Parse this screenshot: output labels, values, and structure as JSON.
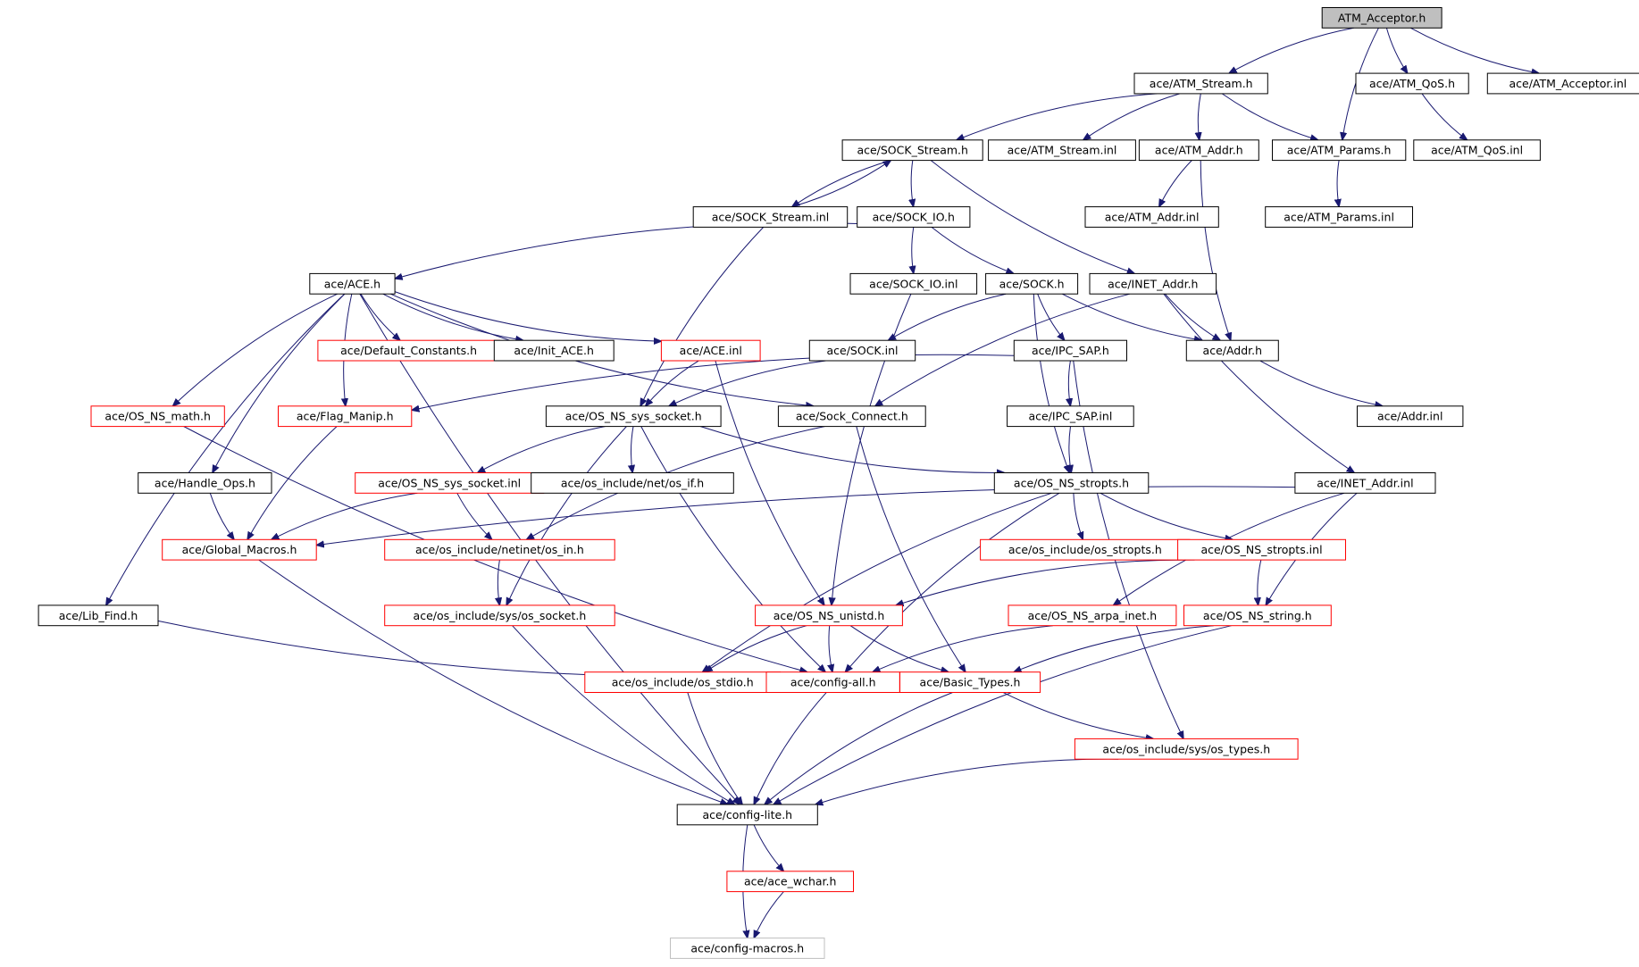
{
  "title": "ATM_Acceptor.h",
  "colors": {
    "edge": "#191970",
    "normal_border": "#000000",
    "truncated_border": "#ff0000",
    "muted_border": "#bfbfbf",
    "root_fill": "#bfbfbf",
    "fill": "#ffffff"
  },
  "nodes": [
    {
      "id": "n0",
      "label": "ATM_Acceptor.h",
      "style": "root"
    },
    {
      "id": "n1",
      "label": "ace/ATM_Stream.h",
      "style": "normal"
    },
    {
      "id": "n2",
      "label": "ace/ATM_QoS.h",
      "style": "normal"
    },
    {
      "id": "n3",
      "label": "ace/ATM_Acceptor.inl",
      "style": "normal"
    },
    {
      "id": "n4",
      "label": "ace/SOCK_Stream.h",
      "style": "normal"
    },
    {
      "id": "n5",
      "label": "ace/ATM_Stream.inl",
      "style": "normal"
    },
    {
      "id": "n6",
      "label": "ace/ATM_Addr.h",
      "style": "normal"
    },
    {
      "id": "n7",
      "label": "ace/ATM_Params.h",
      "style": "normal"
    },
    {
      "id": "n8",
      "label": "ace/ATM_QoS.inl",
      "style": "normal"
    },
    {
      "id": "n9",
      "label": "ace/SOCK_Stream.inl",
      "style": "normal"
    },
    {
      "id": "n10",
      "label": "ace/SOCK_IO.h",
      "style": "normal"
    },
    {
      "id": "n11",
      "label": "ace/ATM_Addr.inl",
      "style": "normal"
    },
    {
      "id": "n12",
      "label": "ace/ATM_Params.inl",
      "style": "normal"
    },
    {
      "id": "n13",
      "label": "ace/ACE.h",
      "style": "normal"
    },
    {
      "id": "n14",
      "label": "ace/SOCK_IO.inl",
      "style": "normal"
    },
    {
      "id": "n15",
      "label": "ace/SOCK.h",
      "style": "normal"
    },
    {
      "id": "n16",
      "label": "ace/INET_Addr.h",
      "style": "normal"
    },
    {
      "id": "n17",
      "label": "ace/Default_Constants.h",
      "style": "truncated"
    },
    {
      "id": "n18",
      "label": "ace/Init_ACE.h",
      "style": "normal"
    },
    {
      "id": "n19",
      "label": "ace/ACE.inl",
      "style": "truncated"
    },
    {
      "id": "n20",
      "label": "ace/SOCK.inl",
      "style": "normal"
    },
    {
      "id": "n21",
      "label": "ace/IPC_SAP.h",
      "style": "normal"
    },
    {
      "id": "n22",
      "label": "ace/Addr.h",
      "style": "normal"
    },
    {
      "id": "n23",
      "label": "ace/OS_NS_math.h",
      "style": "truncated"
    },
    {
      "id": "n24",
      "label": "ace/Flag_Manip.h",
      "style": "truncated"
    },
    {
      "id": "n25",
      "label": "ace/OS_NS_sys_socket.h",
      "style": "normal"
    },
    {
      "id": "n26",
      "label": "ace/Sock_Connect.h",
      "style": "normal"
    },
    {
      "id": "n27",
      "label": "ace/IPC_SAP.inl",
      "style": "normal"
    },
    {
      "id": "n28",
      "label": "ace/Addr.inl",
      "style": "normal"
    },
    {
      "id": "n29",
      "label": "ace/Handle_Ops.h",
      "style": "normal"
    },
    {
      "id": "n30",
      "label": "ace/OS_NS_sys_socket.inl",
      "style": "truncated"
    },
    {
      "id": "n31",
      "label": "ace/os_include/net/os_if.h",
      "style": "normal"
    },
    {
      "id": "n32",
      "label": "ace/OS_NS_stropts.h",
      "style": "normal"
    },
    {
      "id": "n33",
      "label": "ace/INET_Addr.inl",
      "style": "normal"
    },
    {
      "id": "n34",
      "label": "ace/Global_Macros.h",
      "style": "truncated"
    },
    {
      "id": "n35",
      "label": "ace/os_include/netinet/os_in.h",
      "style": "truncated"
    },
    {
      "id": "n36",
      "label": "ace/os_include/os_stropts.h",
      "style": "truncated"
    },
    {
      "id": "n37",
      "label": "ace/OS_NS_stropts.inl",
      "style": "truncated"
    },
    {
      "id": "n38",
      "label": "ace/Lib_Find.h",
      "style": "normal"
    },
    {
      "id": "n39",
      "label": "ace/os_include/sys/os_socket.h",
      "style": "truncated"
    },
    {
      "id": "n40",
      "label": "ace/OS_NS_unistd.h",
      "style": "truncated"
    },
    {
      "id": "n41",
      "label": "ace/OS_NS_arpa_inet.h",
      "style": "truncated"
    },
    {
      "id": "n42",
      "label": "ace/OS_NS_string.h",
      "style": "truncated"
    },
    {
      "id": "n43",
      "label": "ace/os_include/os_stdio.h",
      "style": "truncated"
    },
    {
      "id": "n44",
      "label": "ace/config-all.h",
      "style": "truncated"
    },
    {
      "id": "n45",
      "label": "ace/Basic_Types.h",
      "style": "truncated"
    },
    {
      "id": "n46",
      "label": "ace/os_include/sys/os_types.h",
      "style": "truncated"
    },
    {
      "id": "n47",
      "label": "ace/config-lite.h",
      "style": "normal"
    },
    {
      "id": "n48",
      "label": "ace/ace_wchar.h",
      "style": "truncated"
    },
    {
      "id": "n49",
      "label": "ace/config-macros.h",
      "style": "muted"
    }
  ],
  "edges": [
    [
      "n0",
      "n1"
    ],
    [
      "n0",
      "n2"
    ],
    [
      "n0",
      "n3"
    ],
    [
      "n0",
      "n7"
    ],
    [
      "n1",
      "n4"
    ],
    [
      "n1",
      "n5"
    ],
    [
      "n1",
      "n6"
    ],
    [
      "n1",
      "n7"
    ],
    [
      "n2",
      "n8"
    ],
    [
      "n4",
      "n9"
    ],
    [
      "n4",
      "n10"
    ],
    [
      "n4",
      "n16"
    ],
    [
      "n6",
      "n11"
    ],
    [
      "n6",
      "n22"
    ],
    [
      "n7",
      "n12"
    ],
    [
      "n9",
      "n4"
    ],
    [
      "n9",
      "n25"
    ],
    [
      "n10",
      "n13"
    ],
    [
      "n10",
      "n14"
    ],
    [
      "n10",
      "n15"
    ],
    [
      "n13",
      "n17"
    ],
    [
      "n13",
      "n18"
    ],
    [
      "n13",
      "n19"
    ],
    [
      "n13",
      "n23"
    ],
    [
      "n13",
      "n24"
    ],
    [
      "n13",
      "n29"
    ],
    [
      "n13",
      "n38"
    ],
    [
      "n13",
      "n26"
    ],
    [
      "n13",
      "n47"
    ],
    [
      "n14",
      "n40"
    ],
    [
      "n15",
      "n20"
    ],
    [
      "n15",
      "n21"
    ],
    [
      "n15",
      "n22"
    ],
    [
      "n15",
      "n32"
    ],
    [
      "n16",
      "n22"
    ],
    [
      "n16",
      "n26"
    ],
    [
      "n16",
      "n33"
    ],
    [
      "n19",
      "n25"
    ],
    [
      "n19",
      "n40"
    ],
    [
      "n20",
      "n25"
    ],
    [
      "n21",
      "n24"
    ],
    [
      "n21",
      "n27"
    ],
    [
      "n21",
      "n46"
    ],
    [
      "n22",
      "n28"
    ],
    [
      "n23",
      "n44"
    ],
    [
      "n24",
      "n34"
    ],
    [
      "n25",
      "n30"
    ],
    [
      "n25",
      "n31"
    ],
    [
      "n25",
      "n32"
    ],
    [
      "n25",
      "n39"
    ],
    [
      "n25",
      "n44"
    ],
    [
      "n26",
      "n35"
    ],
    [
      "n26",
      "n45"
    ],
    [
      "n27",
      "n32"
    ],
    [
      "n29",
      "n34"
    ],
    [
      "n30",
      "n34"
    ],
    [
      "n30",
      "n35"
    ],
    [
      "n32",
      "n36"
    ],
    [
      "n32",
      "n37"
    ],
    [
      "n32",
      "n43"
    ],
    [
      "n32",
      "n44"
    ],
    [
      "n33",
      "n34"
    ],
    [
      "n33",
      "n41"
    ],
    [
      "n33",
      "n42"
    ],
    [
      "n34",
      "n47"
    ],
    [
      "n35",
      "n39"
    ],
    [
      "n37",
      "n40"
    ],
    [
      "n37",
      "n42"
    ],
    [
      "n38",
      "n44"
    ],
    [
      "n39",
      "n47"
    ],
    [
      "n40",
      "n43"
    ],
    [
      "n40",
      "n44"
    ],
    [
      "n40",
      "n45"
    ],
    [
      "n41",
      "n44"
    ],
    [
      "n42",
      "n45"
    ],
    [
      "n42",
      "n47"
    ],
    [
      "n43",
      "n47"
    ],
    [
      "n44",
      "n47"
    ],
    [
      "n45",
      "n46"
    ],
    [
      "n45",
      "n47"
    ],
    [
      "n46",
      "n47"
    ],
    [
      "n47",
      "n48"
    ],
    [
      "n47",
      "n49"
    ],
    [
      "n48",
      "n49"
    ]
  ]
}
